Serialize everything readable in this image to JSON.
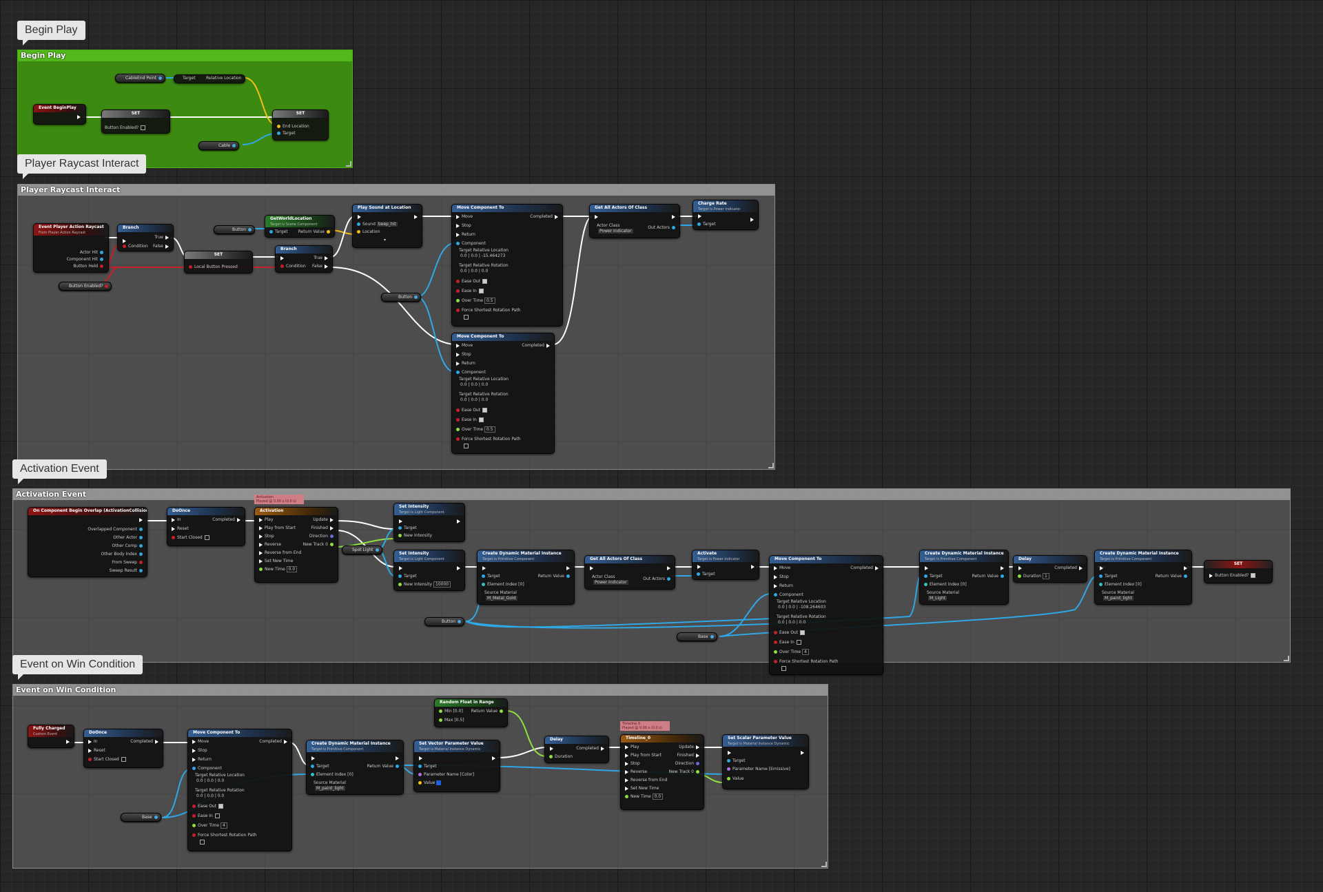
{
  "colors": {
    "exec": "#ffffff",
    "object": "#2fa8e6",
    "bool": "#b51c1c",
    "vector": "#f4c016",
    "float": "#90e040",
    "comment_green": "#3d8a12",
    "comment_grey": "#7a7a7a"
  },
  "groups": {
    "begin_play": {
      "bubble": "Begin Play",
      "header": "Begin Play"
    },
    "raycast": {
      "bubble": "Player Raycast Interact",
      "header": "Player Raycast Interact"
    },
    "activation": {
      "bubble": "Activation Event",
      "header": "Activation Event"
    },
    "win": {
      "bubble": "Event on Win Condition",
      "header": "Event on Win Condition"
    }
  },
  "begin_play": {
    "var_cable_end": "CableEnd Point",
    "get_rel_target": "Target",
    "get_rel_value": "Relative Location",
    "event": "Event BeginPlay",
    "set1_title": "SET",
    "set1_pin": "Button Enabled?",
    "set2_title": "SET",
    "set2_pin1": "End Location",
    "set2_pin2": "Target",
    "var_cable": "Cable"
  },
  "raycast": {
    "event_title": "Event Player Action Raycast",
    "event_sub": "From Player Action Raycast",
    "event_pins": [
      "Actor Hit",
      "Component Hit",
      "Button Held"
    ],
    "var_button_enabled": "Button Enabled?",
    "branch1": {
      "title": "Branch",
      "in": "Condition",
      "true": "True",
      "false": "False"
    },
    "var_button": "Button",
    "get_world": {
      "title": "GetWorldLocation",
      "sub": "Target is Scene Component",
      "target": "Target",
      "ret": "Return Value"
    },
    "set_local": {
      "title": "SET",
      "pin": "Local Button Pressed"
    },
    "branch2": {
      "title": "Branch",
      "in": "Condition",
      "true": "True",
      "false": "False"
    },
    "play_sound": {
      "title": "Play Sound at Location",
      "sound": "Sound",
      "sound_val": "beep_hit",
      "location": "Location"
    },
    "var_button2": "Button",
    "move1": {
      "title": "Move Component To",
      "completed": "Completed",
      "move": "Move",
      "stop": "Stop",
      "ret": "Return",
      "component": "Component",
      "trl": "Target Relative Location",
      "trl_vals": [
        "0.0",
        "0.0",
        "-15.464273"
      ],
      "trr": "Target Relative Rotation",
      "trr_vals": [
        "0.0",
        "0.0",
        "0.0"
      ],
      "ease_out": "Ease Out",
      "ease_in": "Ease In",
      "over_time": "Over Time",
      "over_time_val": "0.5",
      "force": "Force Shortest Rotation Path"
    },
    "move2": {
      "title": "Move Component To",
      "completed": "Completed",
      "move": "Move",
      "stop": "Stop",
      "ret": "Return",
      "component": "Component",
      "trl": "Target Relative Location",
      "trl_vals": [
        "0.0",
        "0.0",
        "0.0"
      ],
      "trr": "Target Relative Rotation",
      "trr_vals": [
        "0.0",
        "0.0",
        "0.0"
      ],
      "ease_out": "Ease Out",
      "ease_in": "Ease In",
      "over_time": "Over Time",
      "over_time_val": "0.5",
      "force": "Force Shortest Rotation Path"
    },
    "get_all": {
      "title": "Get All Actors Of Class",
      "actor_class": "Actor Class",
      "actor_class_val": "Power Indicator",
      "out": "Out Actors"
    },
    "charge": {
      "title": "Charge Rate",
      "sub": "Target is Power Indicator",
      "target": "Target"
    }
  },
  "activation": {
    "event": {
      "title": "On Component Begin Overlap (ActivationCollision)",
      "pins": [
        "Overlapped Component",
        "Other Actor",
        "Other Comp",
        "Other Body Index",
        "From Sweep",
        "Sweep Result"
      ]
    },
    "doonce": {
      "title": "DoOnce",
      "completed": "Completed",
      "in": "In",
      "reset": "Reset",
      "start_closed": "Start Closed"
    },
    "note": "Activation\nPlayed @ 0.00 s (0.0 s)",
    "timeline": {
      "title": "Activation",
      "pins_in": [
        "Play",
        "Play from Start",
        "Stop",
        "Reverse",
        "Reverse from End",
        "Set New Time",
        "New Time"
      ],
      "pins_out": [
        "Update",
        "Finished",
        "Direction",
        "New Track 0"
      ],
      "new_time_val": "0.0"
    },
    "spot_light": "Spot Light",
    "set_int1": {
      "title": "Set Intensity",
      "sub": "Target is Light Component",
      "target": "Target",
      "new": "New Intensity"
    },
    "set_int2": {
      "title": "Set Intensity",
      "sub": "Target is Light Component",
      "target": "Target",
      "new": "New Intensity",
      "new_val": "10000"
    },
    "cdmi": {
      "title": "Create Dynamic Material Instance",
      "sub": "Target is Primitive Component",
      "target": "Target",
      "elem": "Element Index",
      "elem_val": "0",
      "src": "Source Material",
      "src_val": "M_Metal_Gold",
      "ret": "Return Value"
    },
    "get_all": {
      "title": "Get All Actors Of Class",
      "actor_class": "Actor Class",
      "actor_class_val": "Power Indicator",
      "out": "Out Actors"
    },
    "activate": {
      "title": "Activate",
      "sub": "Target is Power Indicator",
      "target": "Target"
    },
    "move": {
      "title": "Move Component To",
      "completed": "Completed",
      "move": "Move",
      "stop": "Stop",
      "ret": "Return",
      "component": "Component",
      "trl": "Target Relative Location",
      "trl_vals": [
        "0.0",
        "0.0",
        "-108.264603"
      ],
      "trr": "Target Relative Rotation",
      "trr_vals": [
        "0.0",
        "0.0",
        "0.0"
      ],
      "ease_out": "Ease Out",
      "ease_in": "Ease In",
      "over_time": "Over Time",
      "over_time_val": "4",
      "force": "Force Shortest Rotation Path"
    },
    "var_button": "Button",
    "var_base": "Base",
    "cdmi2": {
      "title": "Create Dynamic Material Instance",
      "sub": "Target is Primitive Component",
      "target": "Target",
      "elem": "Element Index",
      "elem_val": "0",
      "src": "Source Material",
      "src_val": "M_Light",
      "ret": "Return Value"
    },
    "delay": {
      "title": "Delay",
      "completed": "Completed",
      "duration": "Duration",
      "duration_val": "1"
    },
    "cdmi3": {
      "title": "Create Dynamic Material Instance",
      "sub": "Target is Primitive Component",
      "target": "Target",
      "elem": "Element Index",
      "elem_val": "0",
      "src": "Source Material",
      "src_val": "M_paint_light",
      "ret": "Return Value"
    },
    "set": {
      "title": "SET",
      "pin": "Button Enabled?"
    }
  },
  "win": {
    "event": {
      "title": "Fully Charged",
      "sub": "Custom Event"
    },
    "doonce": {
      "title": "DoOnce",
      "completed": "Completed",
      "in": "In",
      "reset": "Reset",
      "start_closed": "Start Closed"
    },
    "move": {
      "title": "Move Component To",
      "completed": "Completed",
      "move": "Move",
      "stop": "Stop",
      "ret": "Return",
      "component": "Component",
      "trl": "Target Relative Location",
      "trl_vals": [
        "0.0",
        "0.0",
        "0.0"
      ],
      "trr": "Target Relative Rotation",
      "trr_vals": [
        "0.0",
        "0.0",
        "0.0"
      ],
      "ease_out": "Ease Out",
      "ease_in": "Ease In",
      "over_time": "Over Time",
      "over_time_val": "4",
      "force": "Force Shortest Rotation Path"
    },
    "var_base": "Base",
    "cdmi": {
      "title": "Create Dynamic Material Instance",
      "sub": "Target is Primitive Component",
      "target": "Target",
      "elem": "Element Index",
      "elem_val": "0",
      "src": "Source Material",
      "src_val": "M_paint_light",
      "ret": "Return Value"
    },
    "svp": {
      "title": "Set Vector Parameter Value",
      "sub": "Target is Material Instance Dynamic",
      "target": "Target",
      "param": "Parameter Name",
      "param_val": "Color",
      "value": "Value"
    },
    "rand": {
      "title": "Random Float in Range",
      "min": "Min",
      "min_val": "0.0",
      "max": "Max",
      "max_val": "0.5",
      "ret": "Return Value"
    },
    "delay": {
      "title": "Delay",
      "completed": "Completed",
      "duration": "Duration"
    },
    "note": "Timeline 0\nPlayed @ 0.00 s (0.0 s)",
    "timeline": {
      "title": "Timeline_0",
      "pins_in": [
        "Play",
        "Play from Start",
        "Stop",
        "Reverse",
        "Reverse from End",
        "Set New Time",
        "New Time"
      ],
      "pins_out": [
        "Update",
        "Finished",
        "Direction",
        "New Track 0"
      ],
      "new_time_val": "0.0"
    },
    "ssp": {
      "title": "Set Scalar Parameter Value",
      "sub": "Target is Material Instance Dynamic",
      "target": "Target",
      "param": "Parameter Name",
      "param_val": "Emissive",
      "value": "Value"
    }
  }
}
